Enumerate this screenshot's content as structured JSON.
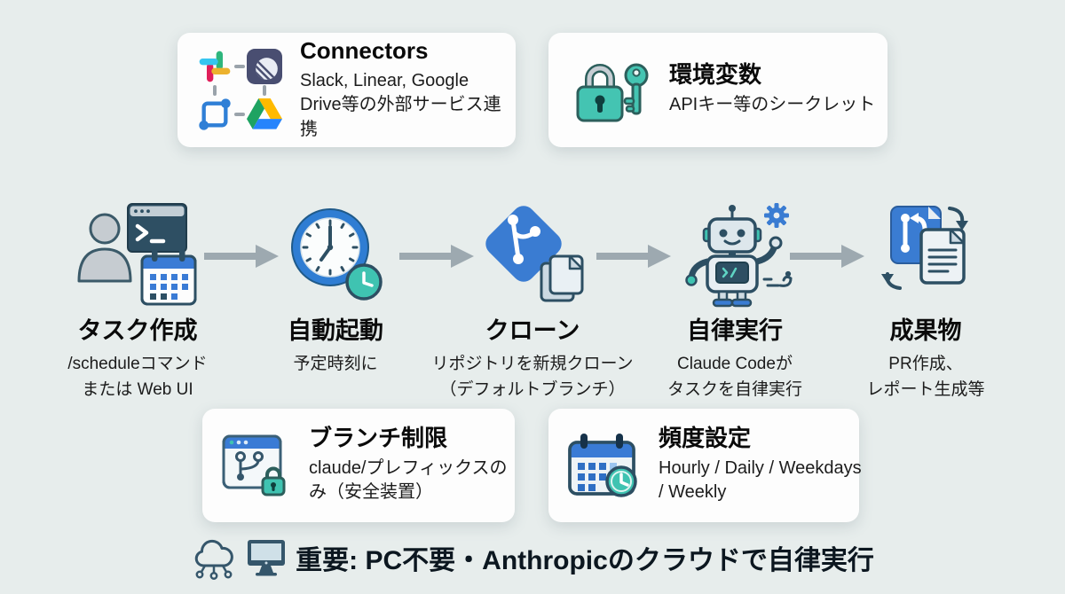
{
  "colors": {
    "background": "#e7edec",
    "card": "#fdfdfd",
    "accent_teal": "#3fc3b1",
    "accent_blue": "#3a7bd5",
    "slate": "#2e4f63",
    "arrow_gray": "#9da9b0",
    "slack_blue": "#36C5F0",
    "slack_green": "#2EB67D",
    "slack_yellow": "#ECB22E",
    "slack_red": "#E01E5A",
    "drive_green": "#1EA362",
    "drive_yellow": "#FFBA00",
    "drive_blue": "#2684FC"
  },
  "top_cards": {
    "connectors": {
      "title": "Connectors",
      "subtitle": "Slack, Linear, Google Drive等の外部サービス連携",
      "icons": [
        "slack-icon",
        "linear-icon",
        "node-link-icon",
        "google-drive-icon"
      ]
    },
    "env_vars": {
      "title": "環境変数",
      "subtitle": "APIキー等のシークレット",
      "icons": [
        "lock-icon",
        "key-icon"
      ]
    }
  },
  "flow_steps": [
    {
      "title": "タスク作成",
      "line1": "/scheduleコマンド",
      "line2": "または Web UI",
      "icons": [
        "user-icon",
        "terminal-icon",
        "calendar-icon"
      ]
    },
    {
      "title": "自動起動",
      "line1": "予定時刻に",
      "line2": "",
      "icons": [
        "clock-icon",
        "clock-badge-icon"
      ]
    },
    {
      "title": "クローン",
      "line1": "リポジトリを新規クローン",
      "line2": "（デフォルトブランチ）",
      "icons": [
        "git-icon",
        "copy-pages-icon"
      ]
    },
    {
      "title": "自律実行",
      "line1": "Claude Codeが",
      "line2": "タスクを自律実行",
      "icons": [
        "robot-icon",
        "gear-icon"
      ]
    },
    {
      "title": "成果物",
      "line1": "PR作成、",
      "line2": "レポート生成等",
      "icons": [
        "pull-request-icon",
        "document-icon",
        "refresh-arrows-icon"
      ]
    }
  ],
  "bottom_cards": {
    "branch_limit": {
      "title": "ブランチ制限",
      "subtitle": "claude/プレフィックスのみ（安全装置）",
      "icons": [
        "browser-git-icon",
        "lock-badge-icon"
      ]
    },
    "frequency": {
      "title": "頻度設定",
      "subtitle": "Hourly / Daily / Weekdays / Weekly",
      "icons": [
        "calendar-clock-icon"
      ]
    }
  },
  "footer": {
    "text": "重要: PC不要・Anthropicのクラウドで自律実行",
    "icons": [
      "cloud-network-icon",
      "monitor-icon"
    ]
  }
}
